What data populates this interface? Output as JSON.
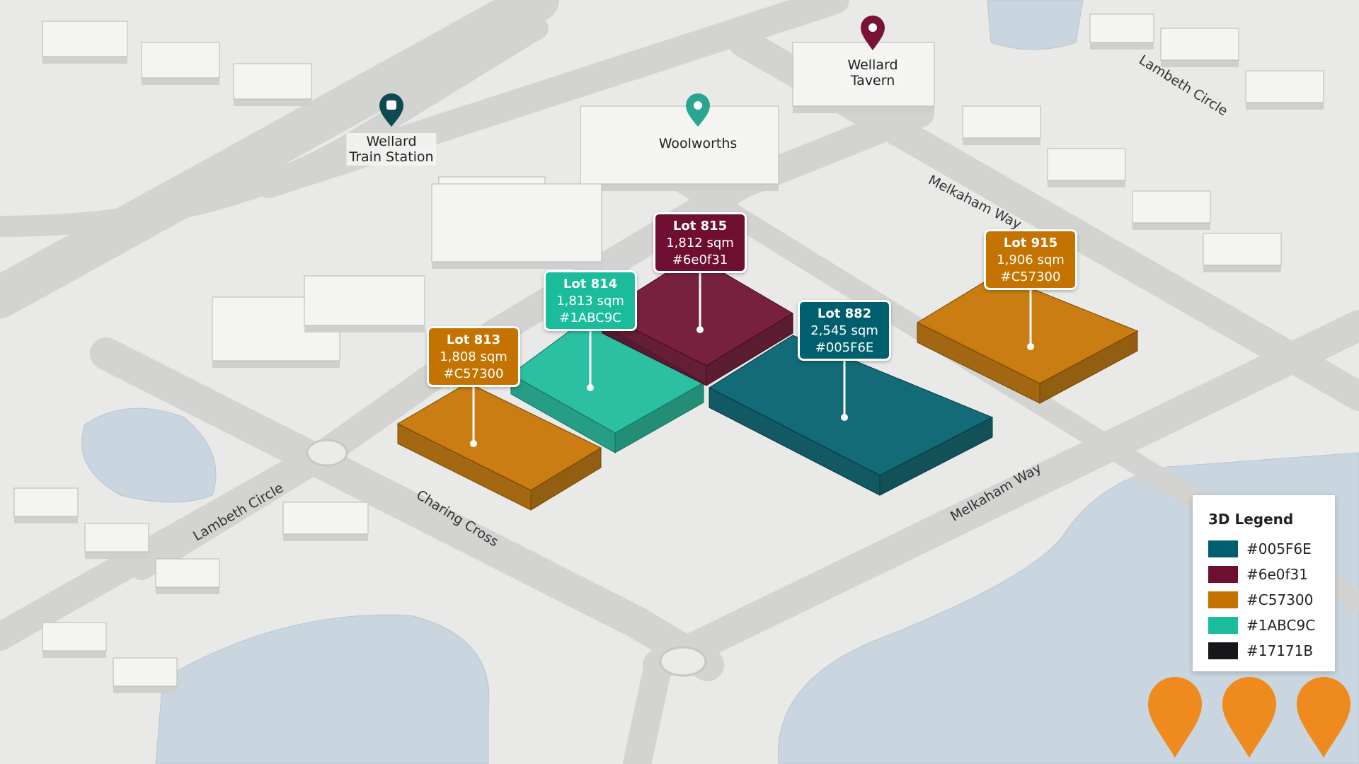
{
  "pois": [
    {
      "name": "Wellard Train Station",
      "lines": [
        "Wellard",
        "Train Station"
      ],
      "icon": "train-pin-icon",
      "color": "#0f4a52"
    },
    {
      "name": "Woolworths",
      "lines": [
        "Woolworths"
      ],
      "icon": "map-pin-icon",
      "color": "#2aa58f"
    },
    {
      "name": "Wellard Tavern",
      "lines": [
        "Wellard",
        "Tavern"
      ],
      "icon": "map-pin-icon",
      "color": "#7a1236"
    }
  ],
  "roads": [
    "Lambeth Circle",
    "Melkaham Way",
    "Melkaham Way",
    "Charing Cross",
    "Lambeth Circle"
  ],
  "lots": [
    {
      "title": "Lot 813",
      "area": "1,808 sqm",
      "color": "#C57300"
    },
    {
      "title": "Lot 814",
      "area": "1,813 sqm",
      "color": "#1ABC9C"
    },
    {
      "title": "Lot 815",
      "area": "1,812 sqm",
      "color": "#6e0f31"
    },
    {
      "title": "Lot 882",
      "area": "2,545 sqm",
      "color": "#005F6E"
    },
    {
      "title": "Lot 915",
      "area": "1,906 sqm",
      "color": "#C57300"
    }
  ],
  "legend": {
    "title": "3D Legend",
    "items": [
      {
        "label": "#005F6E",
        "color": "#005F6E"
      },
      {
        "label": "#6e0f31",
        "color": "#6e0f31"
      },
      {
        "label": "#C57300",
        "color": "#C57300"
      },
      {
        "label": "#1ABC9C",
        "color": "#1ABC9C"
      },
      {
        "label": "#17171B",
        "color": "#17171B"
      }
    ]
  },
  "marker_color": "#EE8A1E"
}
